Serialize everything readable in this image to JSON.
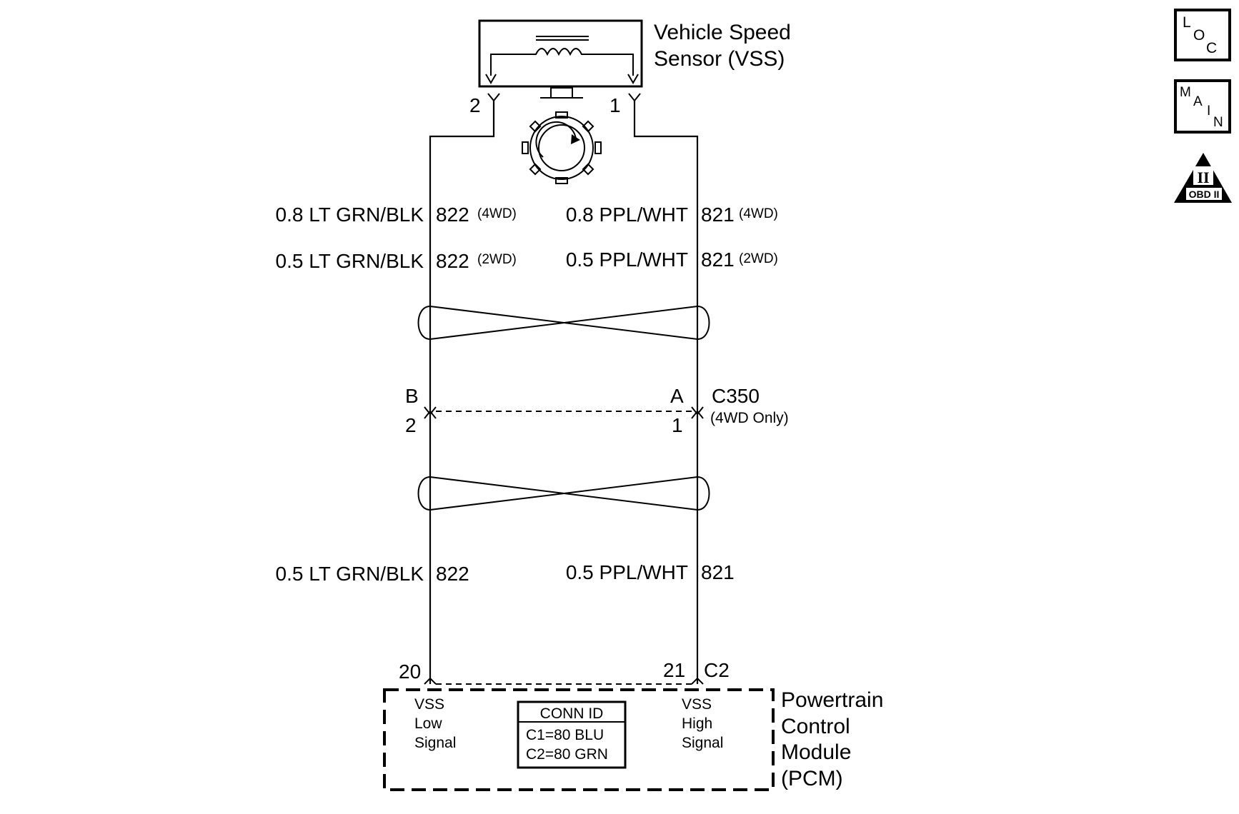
{
  "sensor": {
    "name_line1": "Vehicle Speed",
    "name_line2": "Sensor (VSS)",
    "pin_left": "2",
    "pin_right": "1"
  },
  "wires": {
    "left": [
      {
        "label": "0.8 LT GRN/BLK",
        "circuit": "822",
        "variant": "(4WD)"
      },
      {
        "label": "0.5 LT GRN/BLK",
        "circuit": "822",
        "variant": "(2WD)"
      },
      {
        "label": "0.5 LT GRN/BLK",
        "circuit": "822",
        "variant": ""
      }
    ],
    "right": [
      {
        "label": "0.8 PPL/WHT",
        "circuit": "821",
        "variant": "(4WD)"
      },
      {
        "label": "0.5 PPL/WHT",
        "circuit": "821",
        "variant": "(2WD)"
      },
      {
        "label": "0.5 PPL/WHT",
        "circuit": "821",
        "variant": ""
      }
    ]
  },
  "connector_c350": {
    "name": "C350",
    "note": "(4WD Only)",
    "left_top": "B",
    "left_bottom": "2",
    "right_top": "A",
    "right_bottom": "1"
  },
  "pcm": {
    "pin_left": "20",
    "pin_right": "21",
    "connector": "C2",
    "name_lines": [
      "Powertrain",
      "Control",
      "Module",
      "(PCM)"
    ],
    "left_signal": [
      "VSS",
      "Low",
      "Signal"
    ],
    "right_signal": [
      "VSS",
      "High",
      "Signal"
    ],
    "conn_id": {
      "title": "CONN ID",
      "c1": "C1=80 BLU",
      "c2": "C2=80 GRN"
    }
  },
  "icons": {
    "loc": {
      "l": "L",
      "o": "O",
      "c": "C"
    },
    "main": {
      "m": "M",
      "a": "A",
      "i": "I",
      "n": "N"
    },
    "obd": {
      "num": "II",
      "label": "OBD II"
    }
  }
}
